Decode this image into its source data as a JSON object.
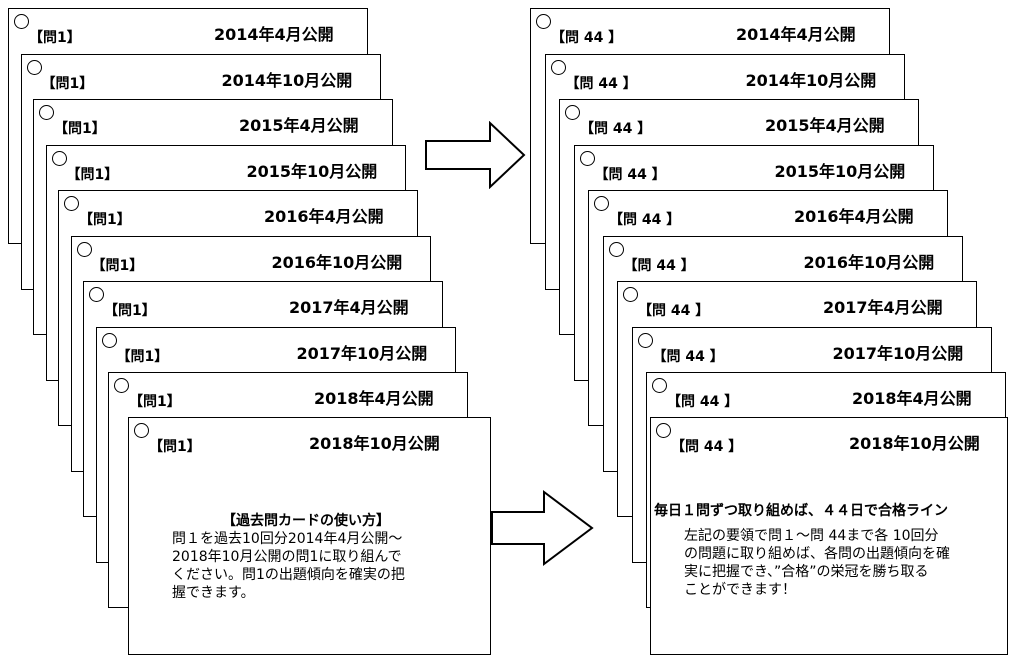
{
  "left_stack": {
    "question_label": "【問1】",
    "dates": [
      "2014年4月公開",
      "2014年10月公開",
      "2015年4月公開",
      "2015年10月公開",
      "2016年4月公開",
      "2016年10月公開",
      "2017年4月公開",
      "2017年10月公開",
      "2018年4月公開",
      "2018年10月公開"
    ]
  },
  "right_stack": {
    "question_label": "【問 44 】",
    "dates": [
      "2014年4月公開",
      "2014年10月公開",
      "2015年4月公開",
      "2015年10月公開",
      "2016年4月公開",
      "2016年10月公開",
      "2017年4月公開",
      "2017年10月公開",
      "2018年4月公開",
      "2018年10月公開"
    ]
  },
  "howto": {
    "title": "【過去問カードの使い方】",
    "lines": [
      "問１を過去10回分2014年4月公開～",
      "2018年10月公開の問1に取り組んで",
      "ください。問1の出題傾向を確実の把",
      "握できます。"
    ]
  },
  "goal": {
    "title": "毎日１問ずつ取り組めば、４４日で合格ライン",
    "lines": [
      "左記の要領で問１～問 44まで各 10回分",
      "の問題に取り組めば、各問の出題傾向を確",
      "実に把握でき、”合格”の栄冠を勝ち取る",
      "ことができます！"
    ]
  }
}
